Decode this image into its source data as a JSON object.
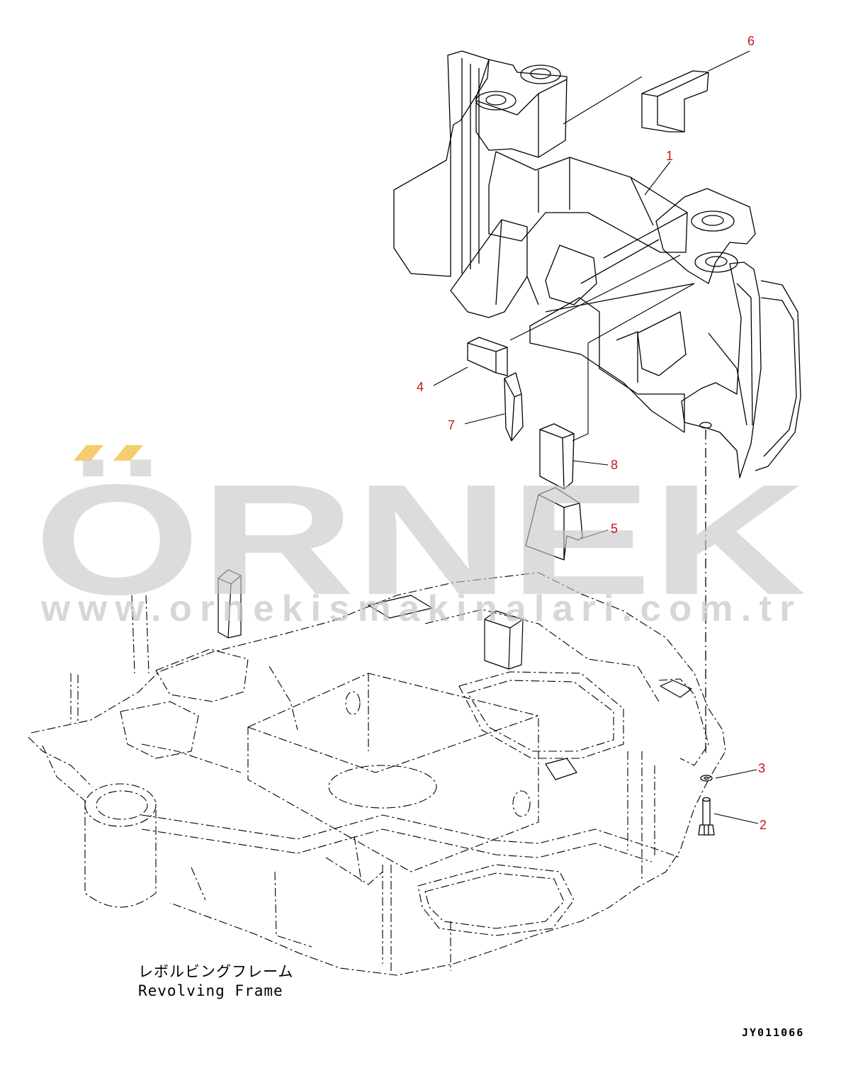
{
  "labels": {
    "frame_jp": "レボルビングフレーム",
    "frame_en": "Revolving Frame",
    "drawing_code": "JY011066"
  },
  "callouts": [
    {
      "num": "1"
    },
    {
      "num": "2"
    },
    {
      "num": "3"
    },
    {
      "num": "4"
    },
    {
      "num": "5"
    },
    {
      "num": "6"
    },
    {
      "num": "7"
    },
    {
      "num": "8"
    }
  ],
  "watermark": {
    "brand": "ÖRNEK",
    "url": "www.ornekismakinalari.com.tr",
    "accent_color": "#f5cd6e"
  },
  "colors": {
    "line": "#000000",
    "callout": "#c8141e",
    "watermark_gray": "#c9c6c8"
  }
}
